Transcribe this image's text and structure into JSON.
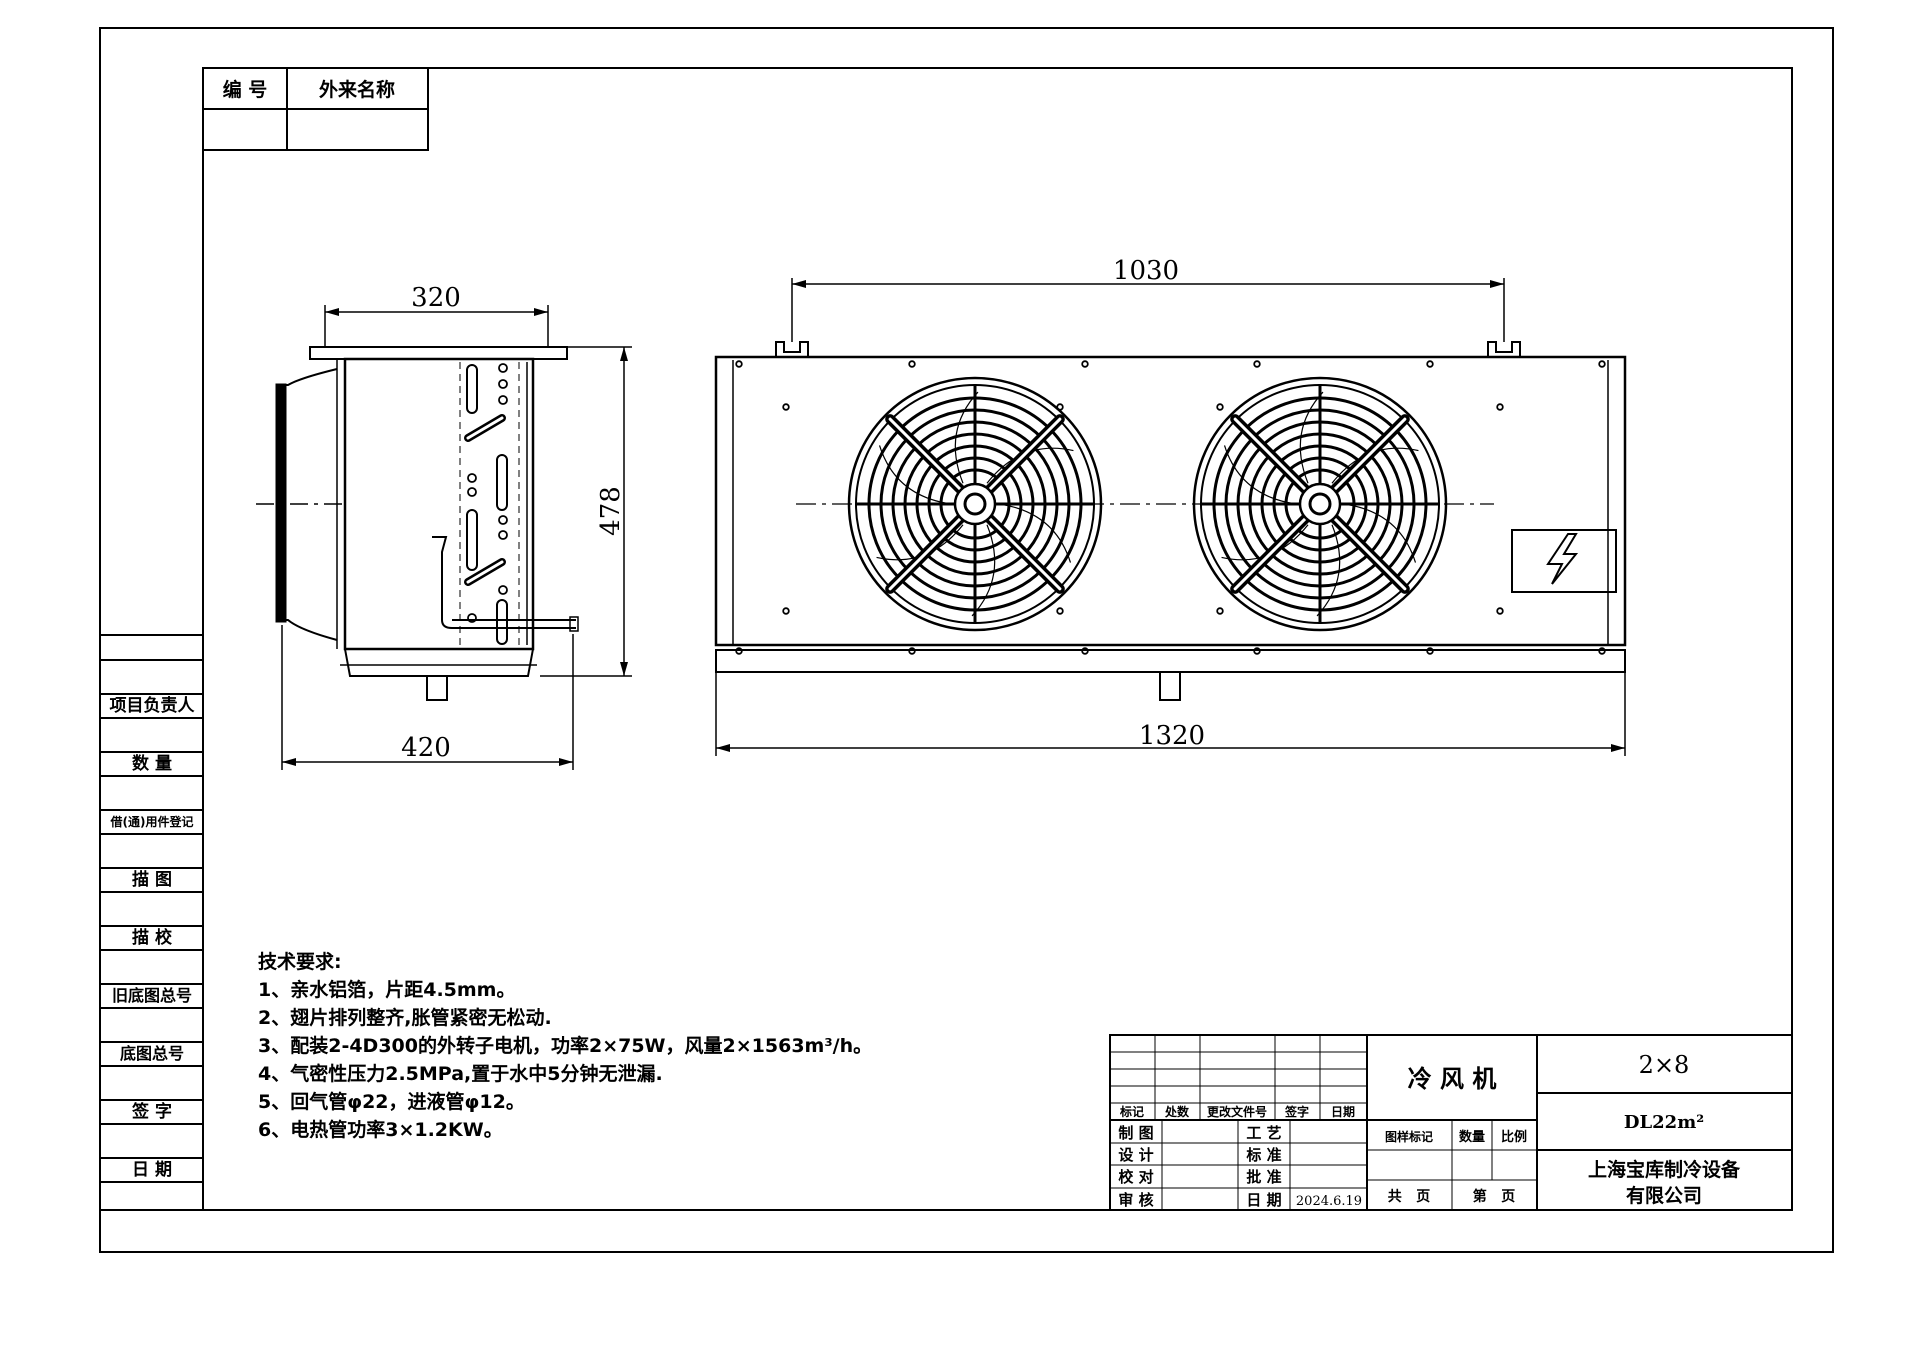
{
  "header_table": {
    "col_number": "编 号",
    "col_foreign_name": "外来名称"
  },
  "side_strip": [
    "项目负责人",
    "数 量",
    "借(通)用件登记",
    "描 图",
    "描 校",
    "旧底图总号",
    "底图总号",
    "签 字",
    "日 期"
  ],
  "dimensions": {
    "side_top_width": "320",
    "side_height": "478",
    "side_bottom_width": "420",
    "front_top_span": "1030",
    "front_total_width": "1320"
  },
  "technical_requirements": {
    "title": "技术要求:",
    "items": [
      "1、亲水铝箔，片距4.5mm。",
      "2、翅片排列整齐,胀管紧密无松动.",
      "3、配装2-4D300的外转子电机，功率2×75W，风量2×1563m³/h。",
      "4、气密性压力2.5MPa,置于水中5分钟无泄漏.",
      "5、回气管φ22，进液管φ12。",
      "6、电热管功率3×1.2KW。"
    ]
  },
  "title_block": {
    "revision_headers": [
      "标记",
      "处数",
      "更改文件号",
      "签字",
      "日期"
    ],
    "roles": [
      "制 图",
      "设 计",
      "校 对",
      "审 核"
    ],
    "roles_right": [
      "工 艺",
      "标 准",
      "批 准",
      "日 期"
    ],
    "date": "2024.6.19",
    "product_name": "冷 风 机",
    "spec": "2×8",
    "model": "DL22m²",
    "sample_mark": "图样标记",
    "quantity": "数量",
    "scale": "比例",
    "total_sheets": "共   页",
    "sheet_no": "第   页",
    "company_line1": "上海宝库制冷设备",
    "company_line2": "有限公司"
  }
}
